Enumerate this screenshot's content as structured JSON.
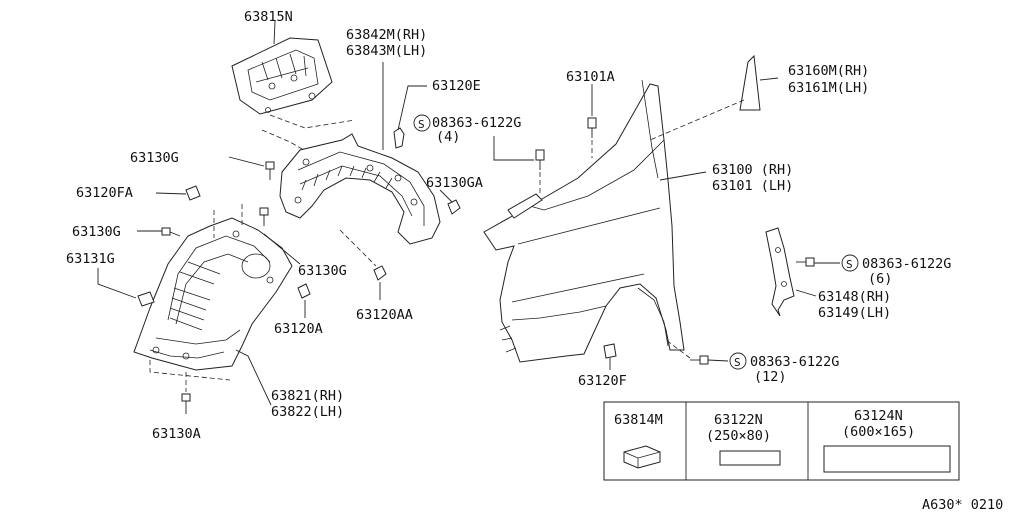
{
  "callouts": {
    "c63815N": "63815N",
    "c63842M": "63842M(RH)",
    "c63843M": "63843M(LH)",
    "c63120E": "63120E",
    "c08363_a": "08363-6122G",
    "c08363_a_qty": "(4)",
    "c63130G_1": "63130G",
    "c63120FA": "63120FA",
    "c63130GA": "63130GA",
    "c63130G_2": "63130G",
    "c63131G": "63131G",
    "c63130G_3": "63130G",
    "c63120AA": "63120AA",
    "c63120A": "63120A",
    "c63821": "63821(RH)",
    "c63822": "63822(LH)",
    "c63130A": "63130A",
    "c63101A": "63101A",
    "c63160M": "63160M(RH)",
    "c63161M": "63161M(LH)",
    "c63100": "63100 (RH)",
    "c63101": "63101 (LH)",
    "c08363_b": "08363-6122G",
    "c08363_b_qty": "(6)",
    "c63148": "63148(RH)",
    "c63149": "63149(LH)",
    "c08363_c": "08363-6122G",
    "c08363_c_qty": "(12)",
    "c63120F": "63120F",
    "screw_symbol": "S"
  },
  "parts_table": [
    {
      "part": "63814M",
      "size": ""
    },
    {
      "part": "63122N",
      "size": "(250×80)"
    },
    {
      "part": "63124N",
      "size": "(600×165)"
    }
  ],
  "diagram_code": "A630* 0210"
}
